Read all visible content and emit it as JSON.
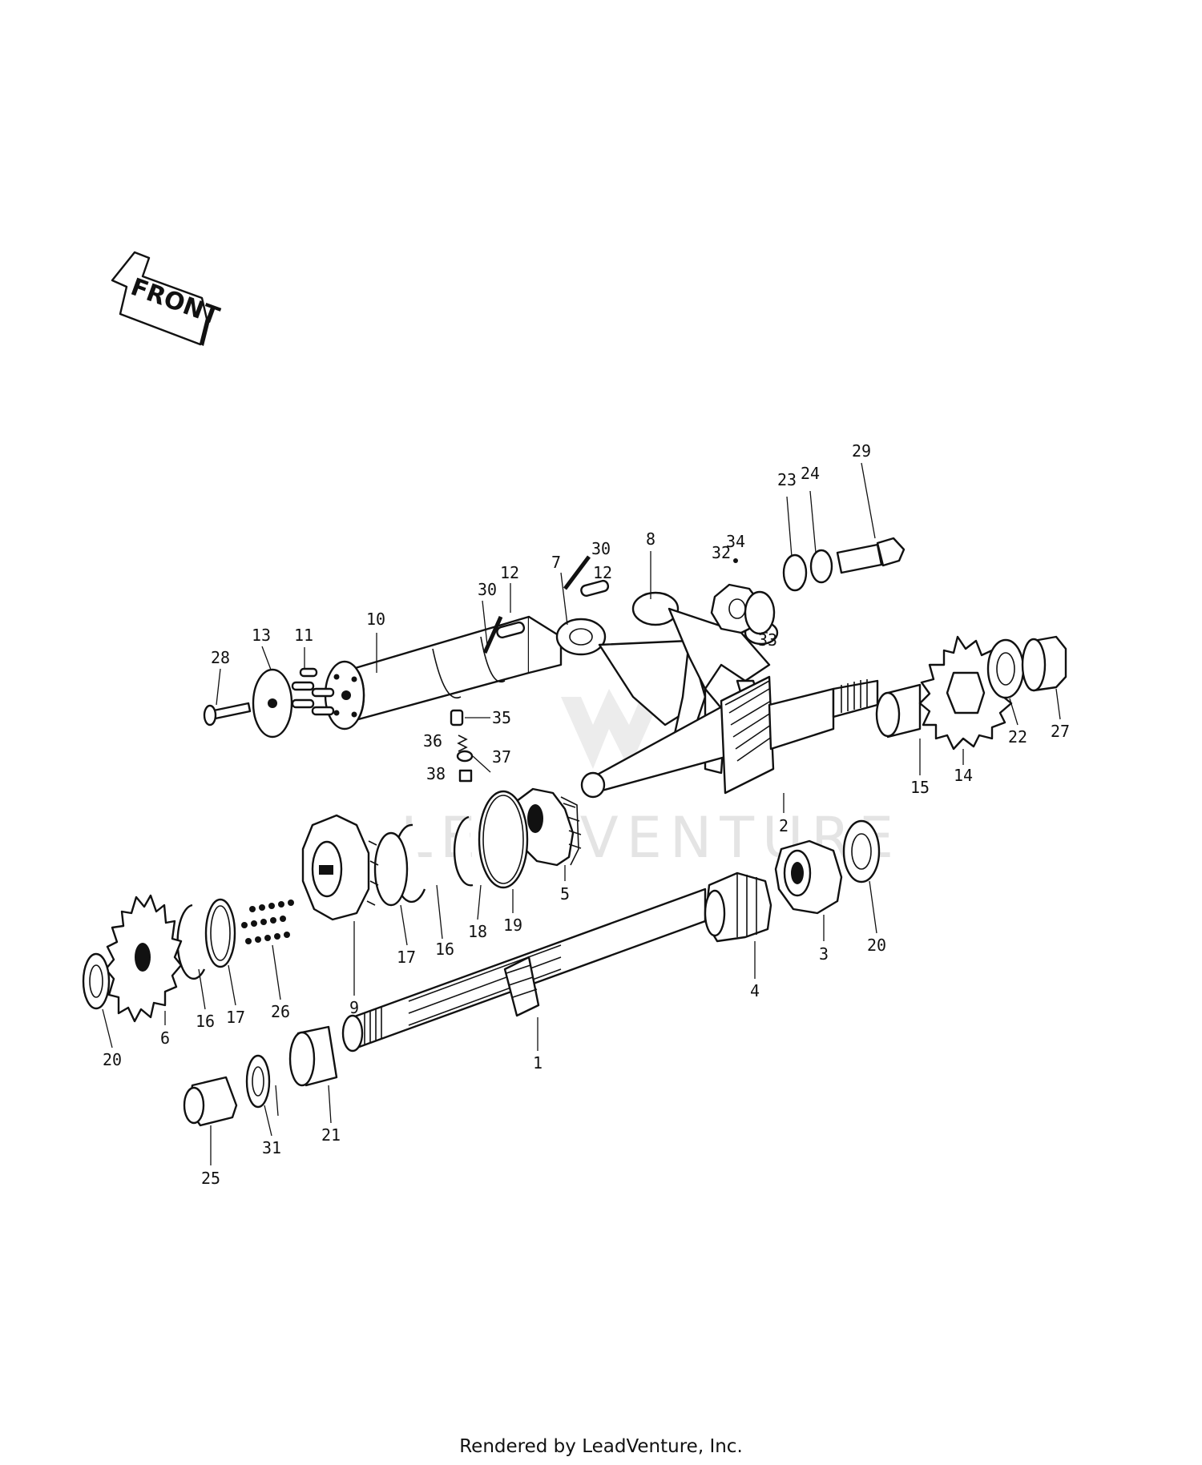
{
  "diagram": {
    "front_label": "FRONT",
    "watermark": "LEADVENTURE",
    "callouts": [
      "1",
      "2",
      "3",
      "4",
      "5",
      "6",
      "7",
      "8",
      "9",
      "10",
      "11",
      "12",
      "12",
      "13",
      "14",
      "15",
      "16",
      "16",
      "17",
      "17",
      "18",
      "19",
      "20",
      "20",
      "21",
      "22",
      "23",
      "24",
      "25",
      "26",
      "27",
      "28",
      "29",
      "30",
      "30",
      "31",
      "32",
      "33",
      "34",
      "35",
      "36",
      "37",
      "38"
    ]
  },
  "footer": {
    "credit": "Rendered by LeadVenture, Inc."
  },
  "colors": {
    "ink": "#111111",
    "paper": "#ffffff",
    "watermark": "#e4e4e4"
  }
}
